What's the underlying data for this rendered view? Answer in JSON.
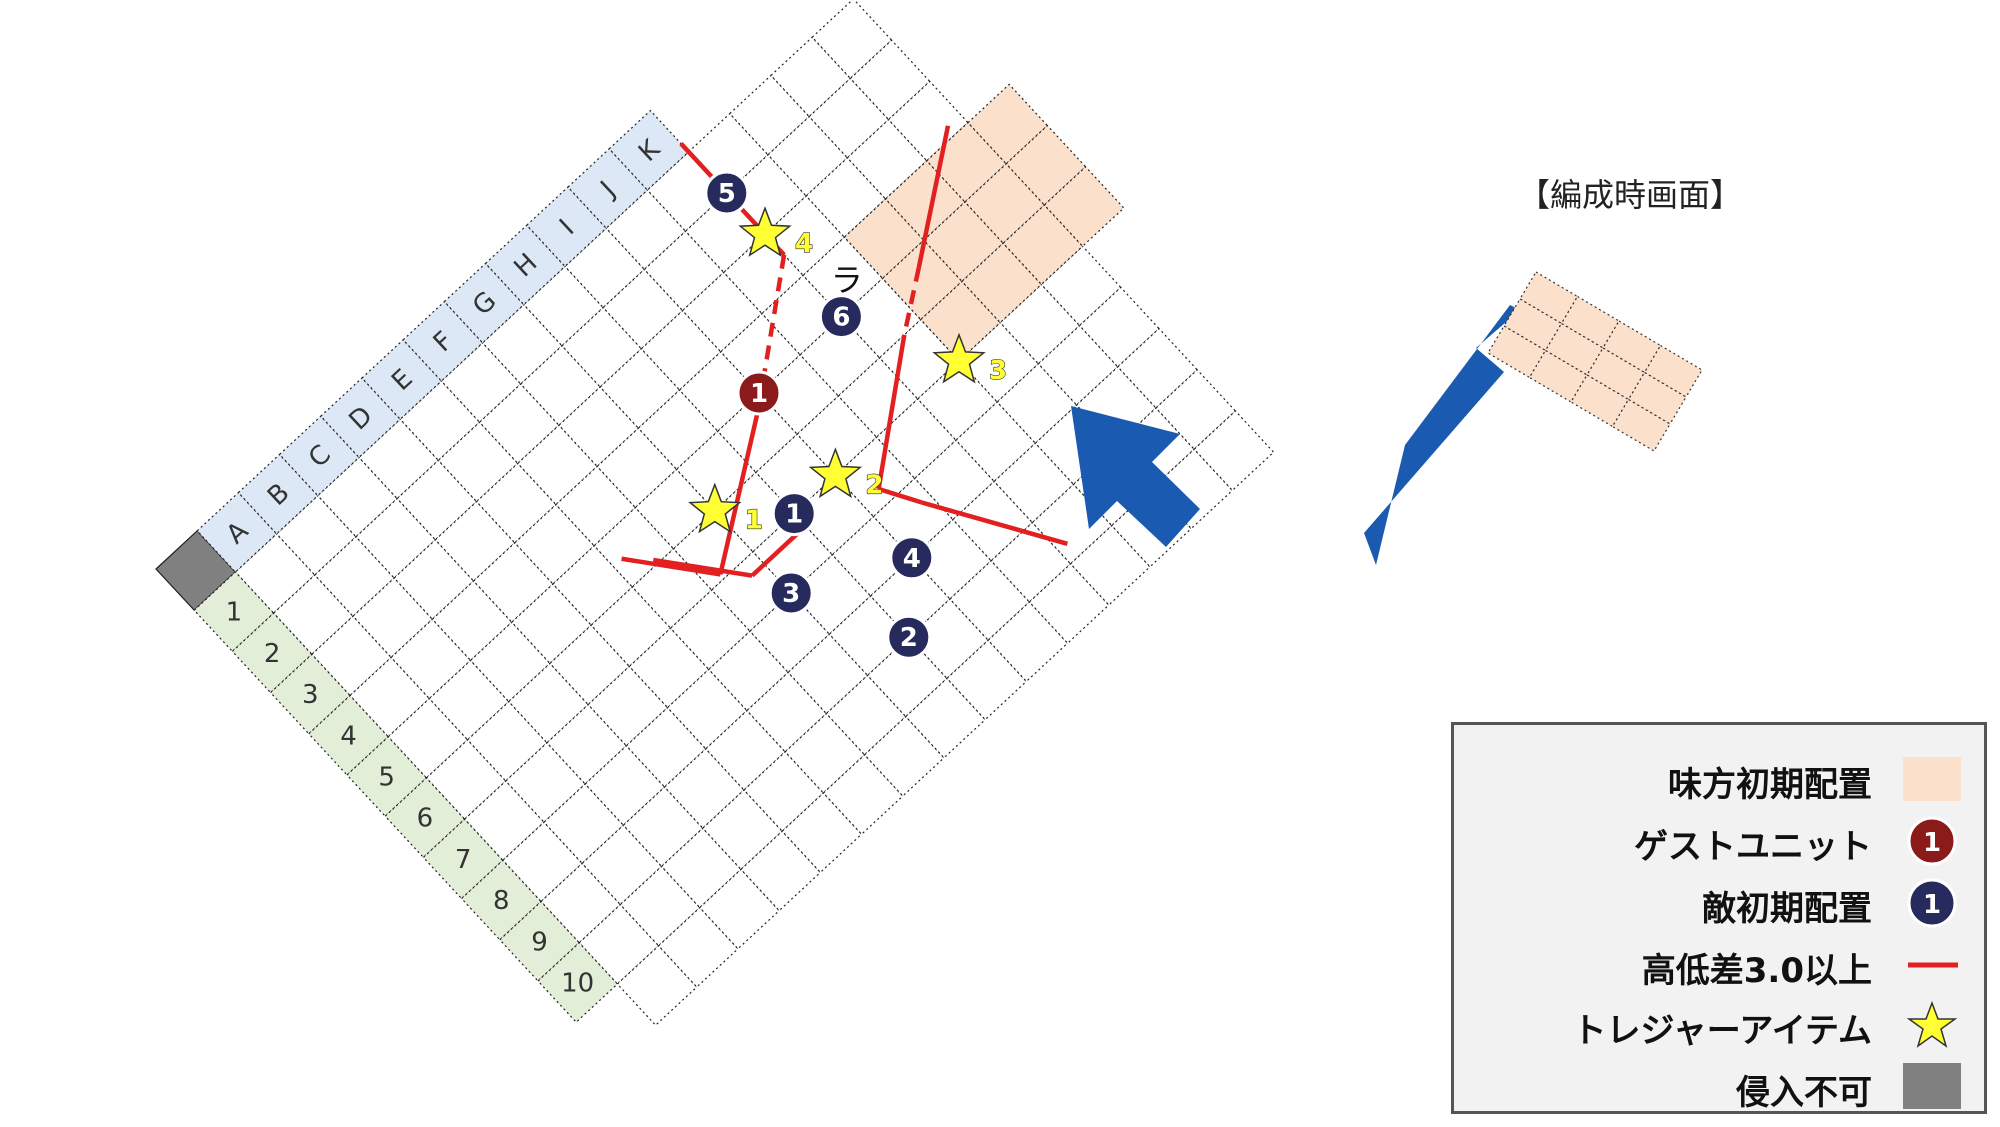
{
  "caption": "【編成時画面】",
  "grid": {
    "columns": [
      "A",
      "B",
      "C",
      "D",
      "E",
      "F",
      "G",
      "H",
      "I",
      "J",
      "K"
    ],
    "rows": [
      "1",
      "2",
      "3",
      "4",
      "5",
      "6",
      "7",
      "8",
      "9",
      "10"
    ]
  },
  "terrain_label": "ラ",
  "guest_units": [
    {
      "num": "1",
      "col": 10,
      "row": 5
    }
  ],
  "enemy_units": [
    {
      "num": "1",
      "col": 9,
      "row": 7
    },
    {
      "num": "2",
      "col": 9,
      "row": 10
    },
    {
      "num": "3",
      "col": 8,
      "row": 8
    },
    {
      "num": "4",
      "col": 10,
      "row": 9
    },
    {
      "num": "5",
      "col": 12,
      "row": 2
    },
    {
      "num": "6",
      "col": 12,
      "row": 5
    }
  ],
  "treasures": [
    {
      "num": "1",
      "col": 8,
      "row": 6
    },
    {
      "num": "2",
      "col": 10,
      "row": 7
    },
    {
      "num": "3",
      "col": 13,
      "row": 7
    },
    {
      "num": "4",
      "col": 12,
      "row": 3
    }
  ],
  "legend": [
    {
      "label": "味方初期配置",
      "symbol": "ally-area"
    },
    {
      "label": "ゲストユニット",
      "symbol": "guest-unit",
      "num": "1"
    },
    {
      "label": "敵初期配置",
      "symbol": "enemy-unit",
      "num": "1"
    },
    {
      "label": "高低差3.0以上",
      "symbol": "red-line"
    },
    {
      "label": "トレジャーアイテム",
      "symbol": "star"
    },
    {
      "label": "侵入不可",
      "symbol": "gray-square"
    }
  ],
  "colors": {
    "ally": "#fbe0cc",
    "column_header": "#dce8f5",
    "row_header": "#e3eed8",
    "blocked": "#808080",
    "height_line": "#e32020",
    "arrow": "#1a5ab0",
    "guest": "#8b1a1a",
    "enemy": "#262a5c",
    "star": "#ffff33"
  }
}
